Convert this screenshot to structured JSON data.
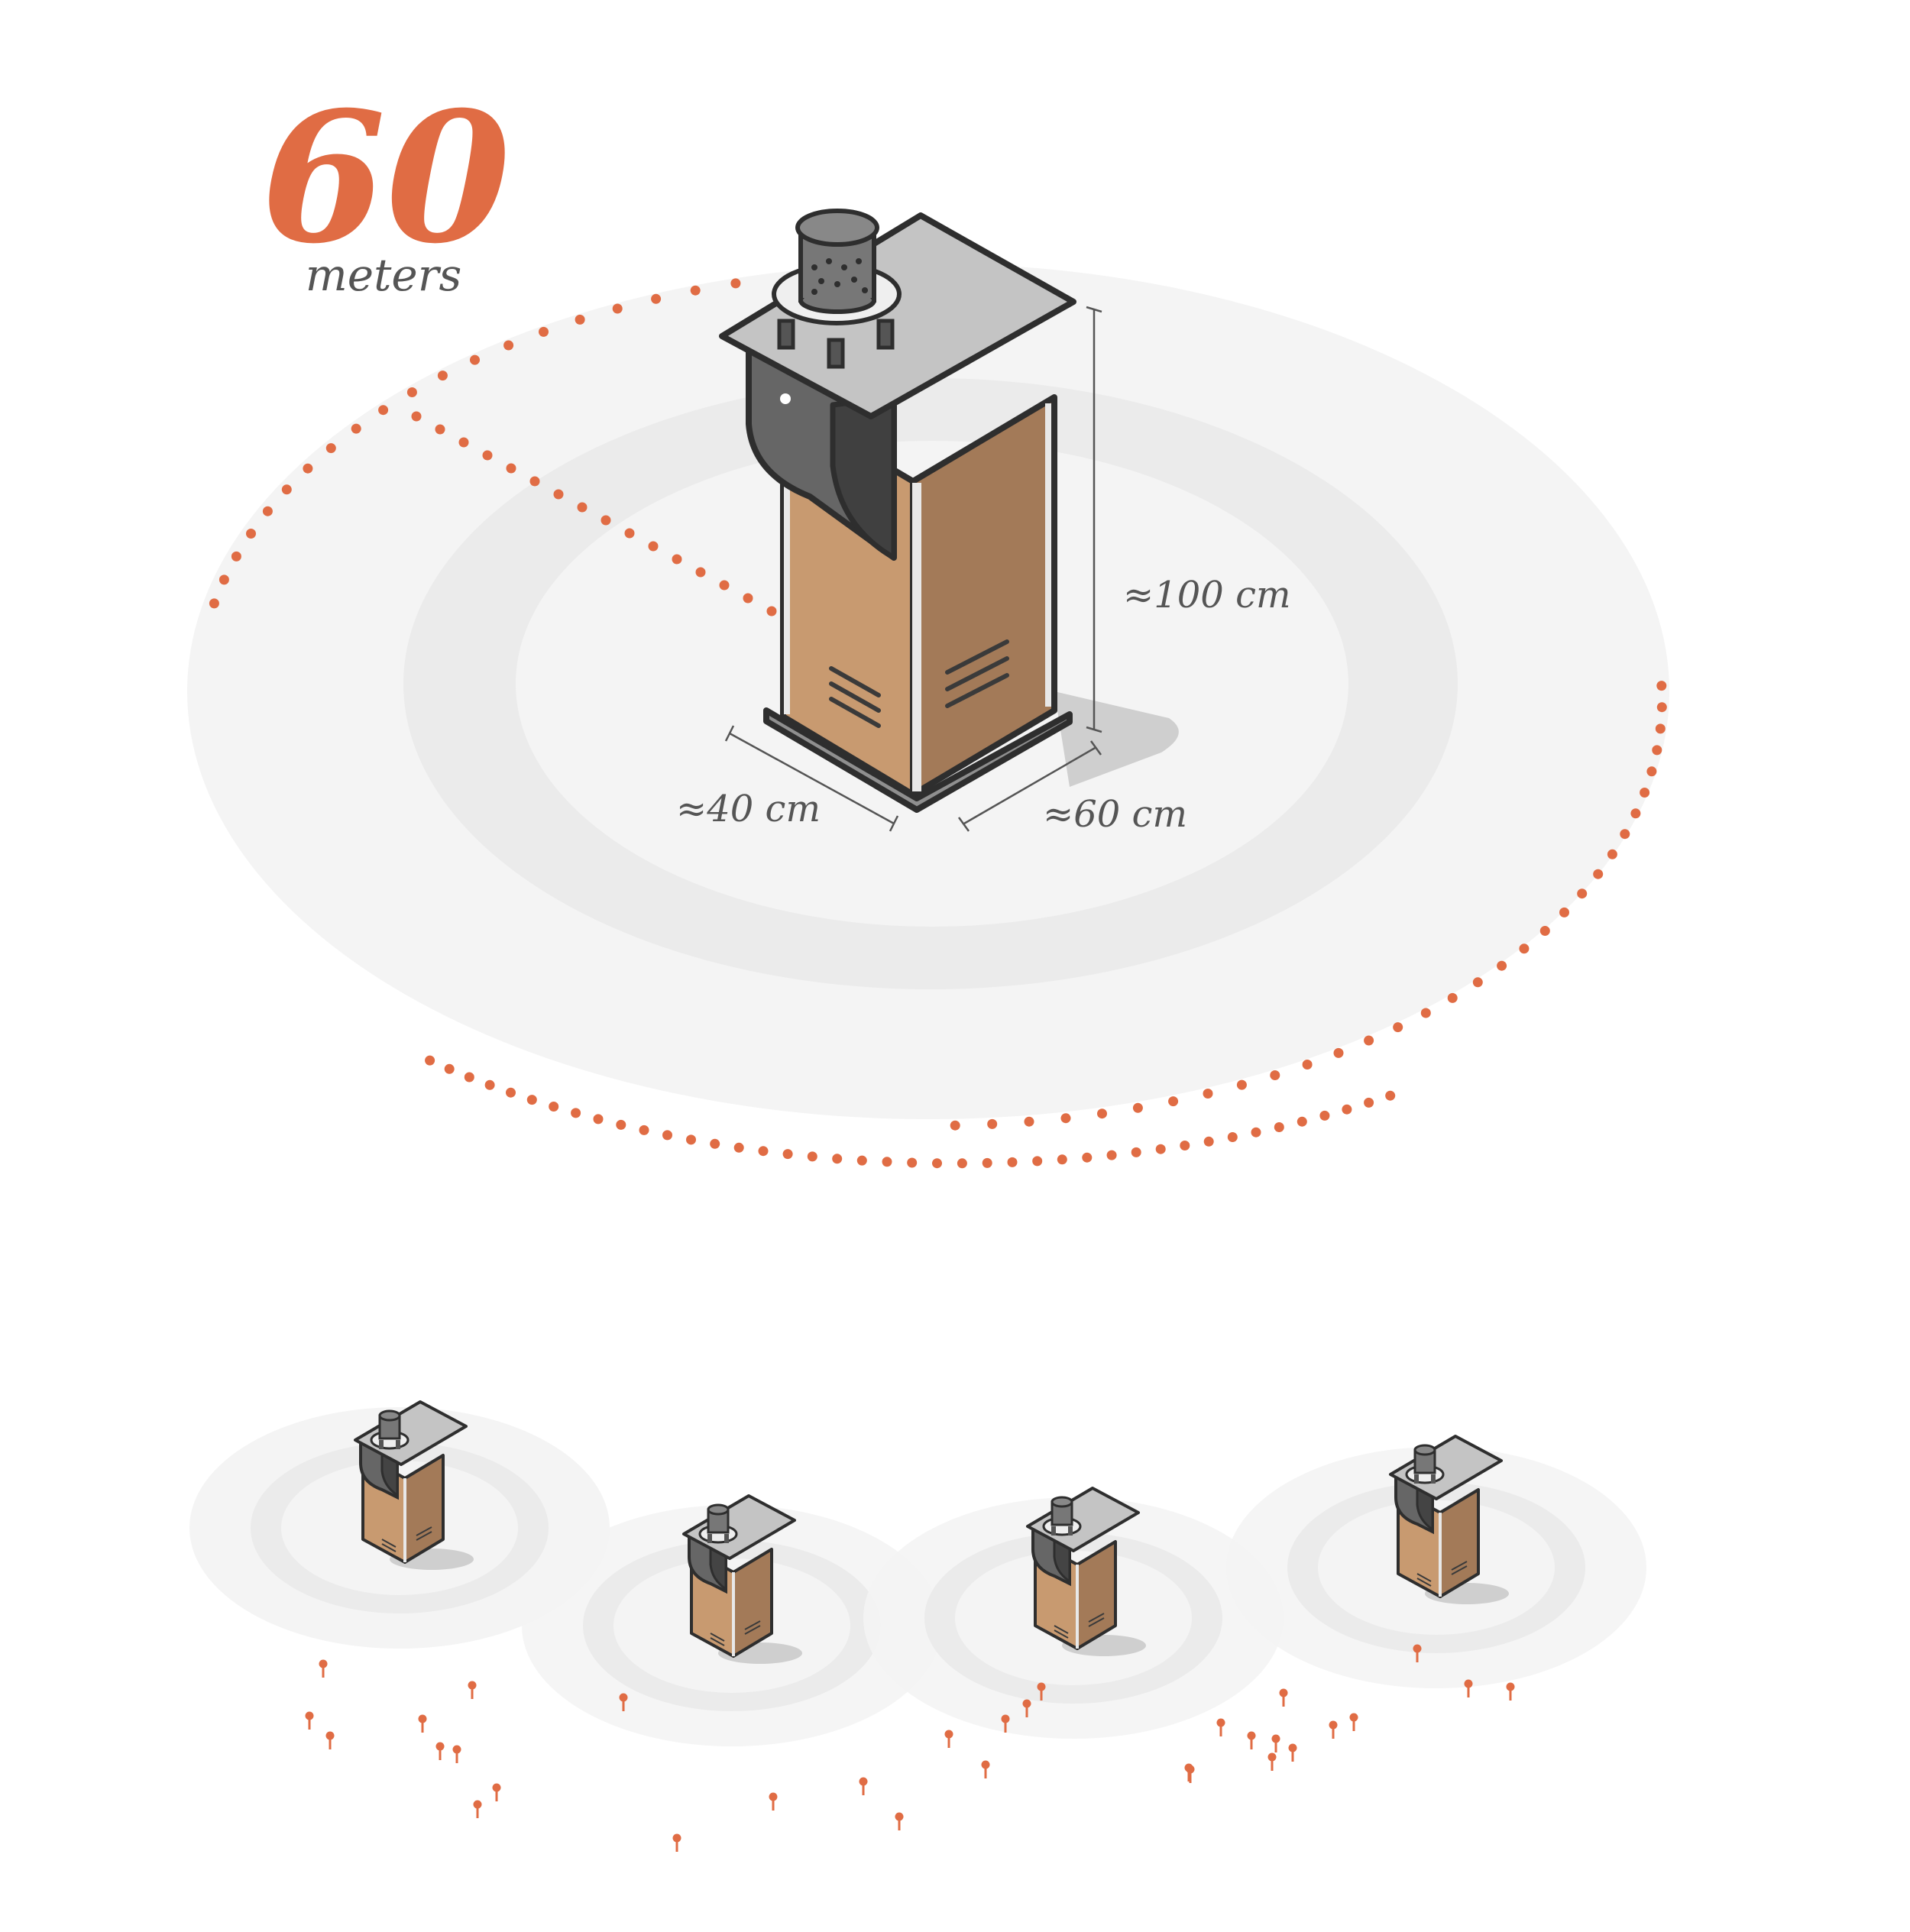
{
  "headline": {
    "value": "60",
    "unit": "meters"
  },
  "dimensions": {
    "height": "≈100 cm",
    "width": "≈40 cm",
    "depth": "≈60 cm"
  },
  "colors": {
    "accent": "#e06c44",
    "cabinet_front": "#c89a70",
    "cabinet_side": "#a37a58",
    "top_plate": "#c4c4c4",
    "dark_hood": "#666666",
    "ring_light": "#f4f4f4",
    "ring_mid": "#ebebeb",
    "text_gray": "#555555"
  },
  "icons": {
    "sensor_unit": "air-quality-sensor-cabinet-icon",
    "measurement_point": "map-pin-icon"
  }
}
